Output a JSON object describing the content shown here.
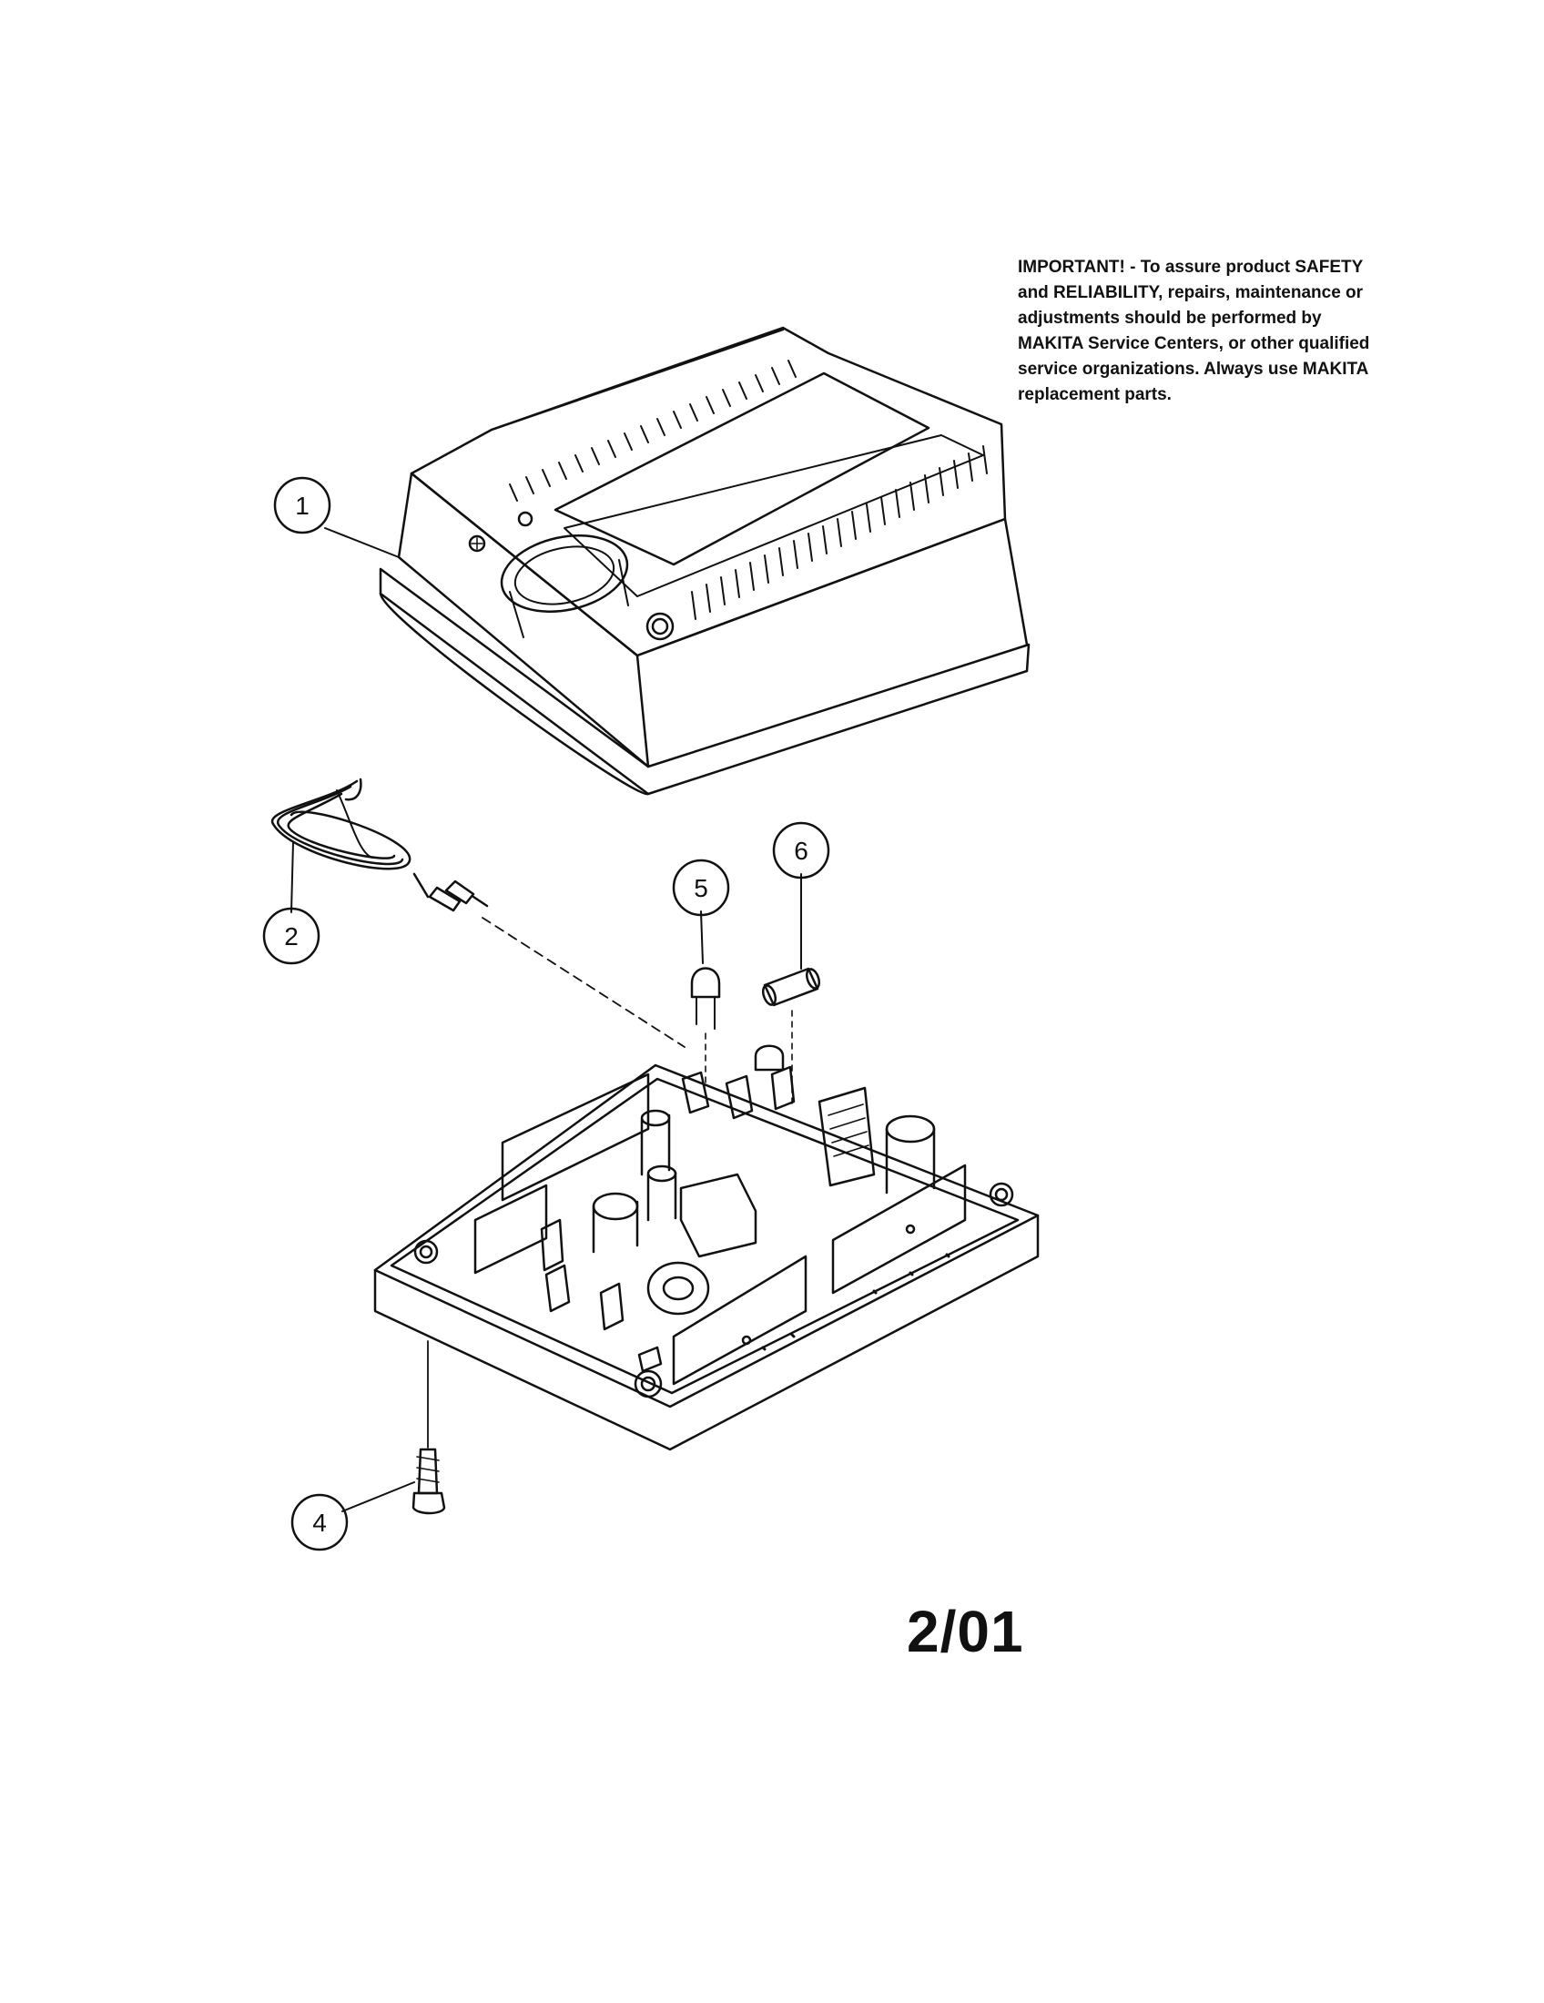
{
  "notice": {
    "lines": [
      "IMPORTANT! - To assure product SAFETY",
      "and RELIABILITY, repairs, maintenance or",
      "adjustments should be performed by",
      "MAKITA Service Centers, or other qualified",
      "service organizations. Always use MAKITA",
      "replacement parts."
    ]
  },
  "date_code": "2/01",
  "callouts": {
    "c1": "1",
    "c2": "2",
    "c4": "4",
    "c5": "5",
    "c6": "6"
  },
  "colors": {
    "ink": "#111111",
    "paper": "#ffffff"
  }
}
